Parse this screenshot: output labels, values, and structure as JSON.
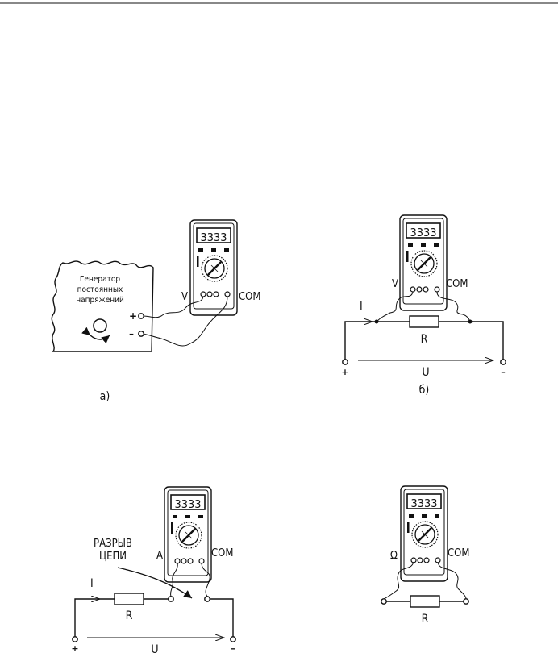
{
  "header": {
    "rule": true
  },
  "panel_a": {
    "generator_line1": "Генератор",
    "generator_line2": "постоянных",
    "generator_line3": "напряжений",
    "plus": "+",
    "minus": "–",
    "meter_port_left": "V",
    "meter_port_right": "COM",
    "meter_display": "3333",
    "caption": "а)"
  },
  "panel_b": {
    "meter_port_left": "V",
    "meter_port_right": "COM",
    "meter_display": "3333",
    "current": "I",
    "resistor": "R",
    "voltage": "U",
    "plus": "+",
    "minus": "–",
    "caption": "б)"
  },
  "panel_c": {
    "meter_port_left": "A",
    "meter_port_right": "COM",
    "meter_display": "3333",
    "break_line1": "РАЗРЫВ",
    "break_line2": "ЦЕПИ",
    "current": "I",
    "resistor": "R",
    "voltage": "U",
    "plus": "+",
    "minus": "–"
  },
  "panel_d": {
    "meter_port_left": "Ω",
    "meter_port_right": "COM",
    "meter_display": "3333",
    "resistor": "R"
  },
  "colors": {
    "ink": "#111111",
    "paper": "#ffffff"
  }
}
